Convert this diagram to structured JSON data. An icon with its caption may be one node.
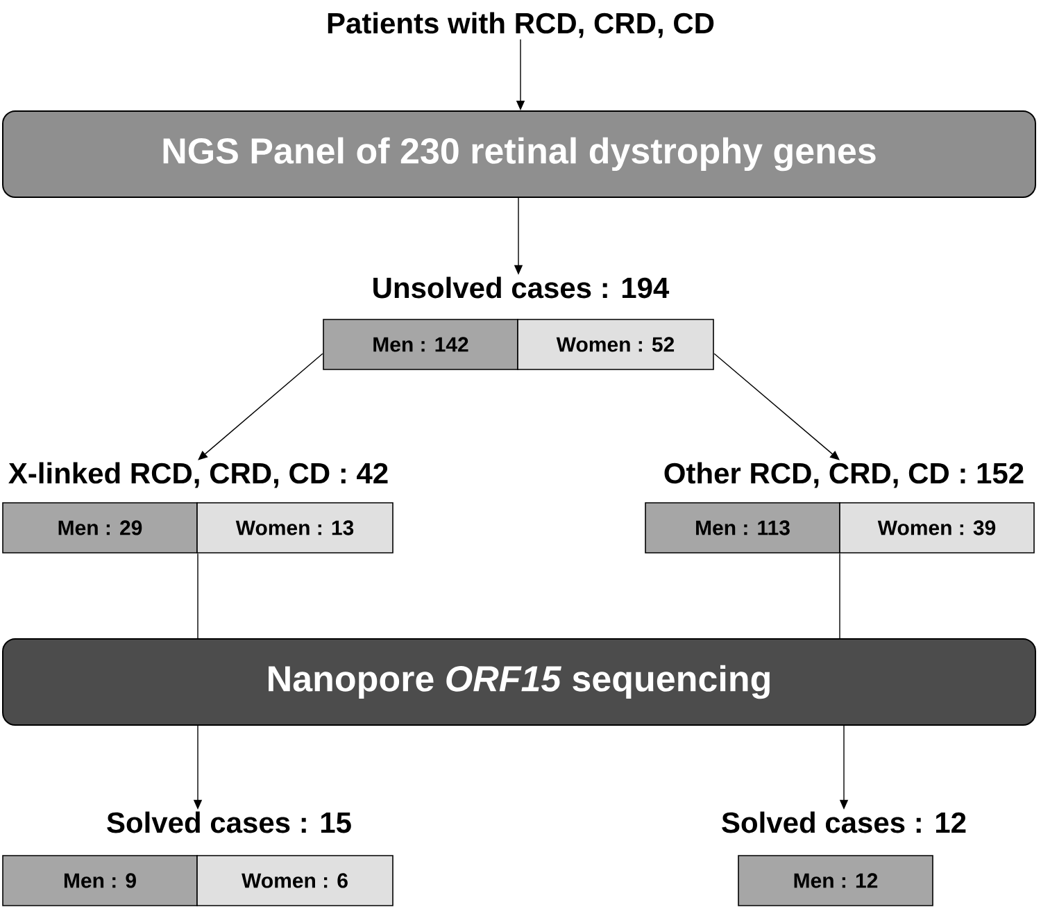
{
  "diagram": {
    "nodes": [
      {
        "text": [
          "Patients with RCD, CRD, CD"
        ]
      },
      {
        "text": [
          "NGS Panel of 230 retinal dystrophy genes"
        ]
      },
      {
        "text": [
          "Unsolved cases : 194"
        ]
      },
      {
        "text": [
          "Men : 142"
        ],
        "in": 2
      },
      {
        "text": [
          "Women : 52"
        ],
        "in": 2
      },
      {
        "text": [
          "X-linked RCD, CRD, CD : 42"
        ]
      },
      {
        "text": [
          "Men : 29"
        ],
        "in": 5
      },
      {
        "text": [
          "Women : 13"
        ],
        "in": 5
      },
      {
        "text": [
          "Other RCD, CRD, CD : 152"
        ]
      },
      {
        "text": [
          "Men : 113"
        ],
        "in": 8
      },
      {
        "text": [
          "Women : 39"
        ],
        "in": 8
      },
      {
        "text": [
          "Nanopore *ORF15* sequencing"
        ]
      },
      {
        "text": [
          "Solved cases : 15"
        ]
      },
      {
        "text": [
          "Men : 9"
        ],
        "in": 12
      },
      {
        "text": [
          "Women : 6"
        ],
        "in": 12
      },
      {
        "text": [
          "Solved cases : 12"
        ]
      },
      {
        "text": [
          "Men : 12"
        ],
        "in": 15
      }
    ],
    "edges": [
      {
        "from": 0,
        "to": 1,
        "arrow": "to"
      },
      {
        "from": 1,
        "to": 2,
        "arrow": "to"
      },
      {
        "from": 2,
        "to": 5,
        "arrow": "to"
      },
      {
        "from": 2,
        "to": 8,
        "arrow": "to"
      },
      {
        "from": 5,
        "to": 11,
        "arrow": "none"
      },
      {
        "from": 8,
        "to": 11,
        "arrow": "none"
      },
      {
        "from": 11,
        "to": 12,
        "arrow": "to"
      },
      {
        "from": 11,
        "to": 15,
        "arrow": "to"
      }
    ]
  }
}
